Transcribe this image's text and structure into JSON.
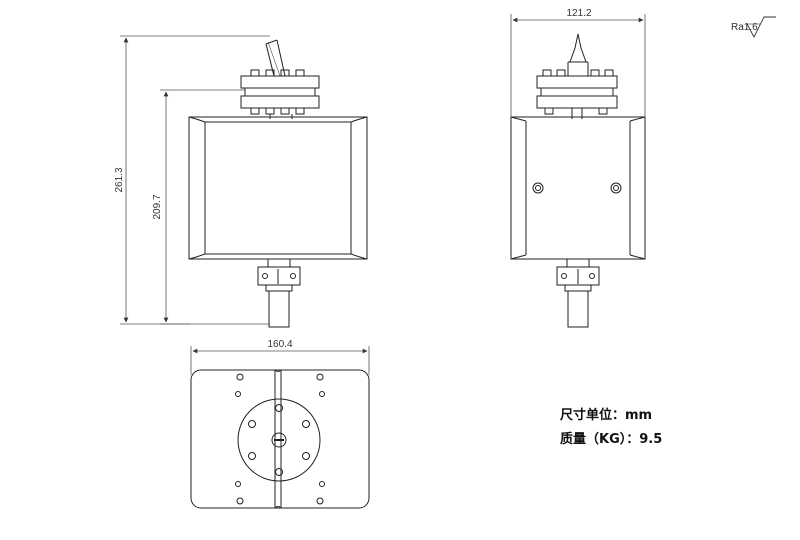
{
  "dimensions": {
    "overall_height": "261.3",
    "body_height": "209.7",
    "side_width": "121.2",
    "bottom_width": "160.4"
  },
  "surface_finish": "Ra1.6",
  "notes": {
    "units": "尺寸单位：mm",
    "mass": "质量（KG）：9.5"
  },
  "colors": {
    "line": "#222222",
    "dim_line": "#555555",
    "background": "#ffffff"
  }
}
